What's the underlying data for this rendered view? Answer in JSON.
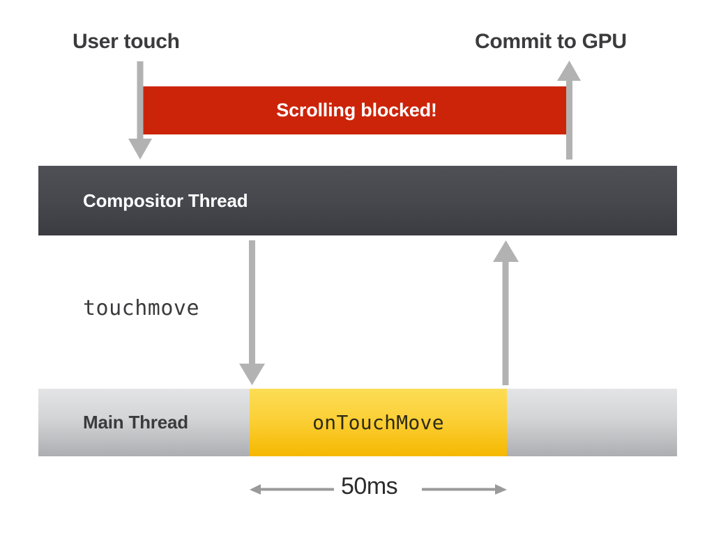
{
  "diagram": {
    "title_text": "Scrolling blocked!",
    "background_color": "#ffffff",
    "annotations": {
      "user_touch": "User touch",
      "commit_to_gpu": "Commit to GPU",
      "touchmove_event": "touchmove"
    },
    "bars": {
      "blocked": {
        "label": "Scrolling blocked!",
        "color": "#cc2409",
        "text_color": "#ffffff"
      },
      "compositor_thread": {
        "label": "Compositor Thread",
        "color_top": "#4e5056",
        "color_bottom": "#3b3c41",
        "text_color": "#ffffff"
      },
      "main_thread": {
        "label": "Main Thread",
        "color_top": "#e3e4e6",
        "color_bottom": "#acaeb1",
        "text_color": "#3b3b3d"
      },
      "on_touch_move": {
        "label": "onTouchMove",
        "color_top": "#fcdd56",
        "color_bottom": "#f5b800",
        "text_color": "#2e2a16"
      }
    },
    "measurement": {
      "duration_label": "50ms",
      "duration_ms": 50,
      "arrow_color": "#9a9a9a"
    },
    "arrows": {
      "user_touch_arrow": "arrow-down",
      "commit_gpu_arrow": "arrow-up",
      "touchmove_dispatch_arrow": "arrow-down",
      "touchmove_return_arrow": "arrow-up",
      "color": "#b0b0b0"
    }
  }
}
